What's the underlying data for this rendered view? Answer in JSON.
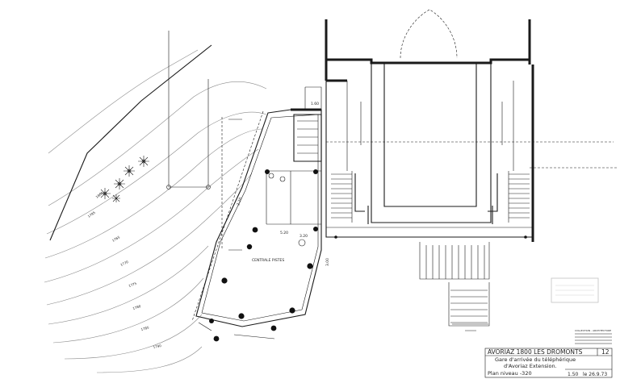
{
  "title_block": {
    "project": "AVORIAZ 1800  LES DROMONTS",
    "sheet_number": "12",
    "line1": "Gare d'arrivée du téléphérique",
    "line2": "d'Avoriaz   Extension.",
    "plan": "Plan niveau -320",
    "scale": "1.50",
    "date": "le 26.9.73"
  },
  "room_labels": {
    "central_pistes": "CENTRALE PISTES"
  },
  "dimensions": {
    "d1": "5.20",
    "d2": "3.20",
    "d3": "2.20",
    "d4": "3.00",
    "d5": "1.60"
  },
  "contour_labels": [
    "1765",
    "1770",
    "1775",
    "1780",
    "1785",
    "1790",
    "1795",
    "1800"
  ],
  "stamp_text": "COLLECTION - ARCHITECTURE"
}
